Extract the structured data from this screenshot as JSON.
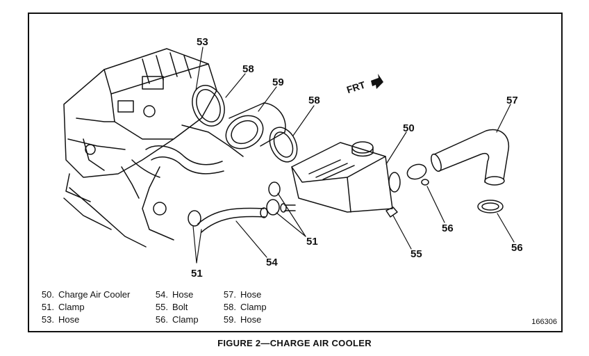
{
  "figure": {
    "caption": "FIGURE 2—CHARGE AIR COOLER",
    "code": "166306",
    "direction_label": "FRT"
  },
  "callouts": {
    "c53": "53",
    "c58a": "58",
    "c59": "59",
    "c58b": "58",
    "c50": "50",
    "c57": "57",
    "c51a": "51",
    "c51b": "51",
    "c54": "54",
    "c55": "55",
    "c56a": "56",
    "c56b": "56"
  },
  "legend": {
    "col1": [
      {
        "num": "50.",
        "label": "Charge Air Cooler"
      },
      {
        "num": "51.",
        "label": "Clamp"
      },
      {
        "num": "53.",
        "label": "Hose"
      }
    ],
    "col2": [
      {
        "num": "54.",
        "label": "Hose"
      },
      {
        "num": "55.",
        "label": "Bolt"
      },
      {
        "num": "56.",
        "label": "Clamp"
      }
    ],
    "col3": [
      {
        "num": "57.",
        "label": "Hose"
      },
      {
        "num": "58.",
        "label": "Clamp"
      },
      {
        "num": "59.",
        "label": "Hose"
      }
    ]
  }
}
